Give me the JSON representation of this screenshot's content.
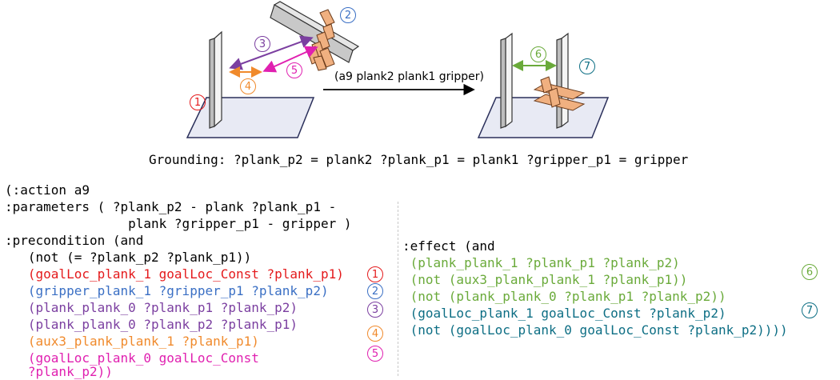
{
  "scene": {
    "action_label": "(a9 plank2 plank1 gripper)",
    "markers": [
      {
        "label": "1",
        "color": "#e41a1c"
      },
      {
        "label": "2",
        "color": "#3a6fc4"
      },
      {
        "label": "3",
        "color": "#7b3fa0"
      },
      {
        "label": "4",
        "color": "#f08a2c"
      },
      {
        "label": "5",
        "color": "#e020b0"
      },
      {
        "label": "6",
        "color": "#6aaa3a"
      },
      {
        "label": "7",
        "color": "#0d6e84"
      }
    ]
  },
  "grounding": "Grounding: ?plank_p2 = plank2 ?plank_p1 = plank1 ?gripper_p1 = gripper",
  "precondition_lines": [
    {
      "text": "(:action a9",
      "color": "#000000"
    },
    {
      "text": ":parameters ( ?plank_p2 - plank ?plank_p1 -",
      "color": "#000000"
    },
    {
      "text": "                plank ?gripper_p1 - gripper )",
      "color": "#000000"
    },
    {
      "text": ":precondition (and",
      "color": "#000000"
    },
    {
      "text": "   (not (= ?plank_p2 ?plank_p1))",
      "color": "#000000"
    },
    {
      "text": "   (goalLoc_plank_1 goalLoc_Const ?plank_p1)",
      "color": "#e41a1c"
    },
    {
      "text": "   (gripper_plank_1 ?gripper_p1 ?plank_p2)",
      "color": "#3a6fc4"
    },
    {
      "text": "   (plank_plank_0 ?plank_p1 ?plank_p2)",
      "color": "#7b3fa0"
    },
    {
      "text": "   (plank_plank_0 ?plank_p2 ?plank_p1)",
      "color": "#7b3fa0"
    },
    {
      "text": "   (aux3_plank_plank_1 ?plank_p1)",
      "color": "#f08a2c"
    },
    {
      "text": "   (goalLoc_plank_0 goalLoc_Const",
      "color": "#e020b0"
    },
    {
      "text": "   ?plank_p2))",
      "color": "#e020b0"
    }
  ],
  "effect_lines": [
    {
      "text": ":effect (and",
      "color": "#000000"
    },
    {
      "text": " (plank_plank_1 ?plank_p1 ?plank_p2)",
      "color": "#6aaa3a"
    },
    {
      "text": " (not (aux3_plank_plank_1 ?plank_p1))",
      "color": "#6aaa3a"
    },
    {
      "text": " (not (plank_plank_0 ?plank_p1 ?plank_p2))",
      "color": "#6aaa3a"
    },
    {
      "text": " (goalLoc_plank_1 goalLoc_Const ?plank_p2)",
      "color": "#0d6e84"
    },
    {
      "text": " (not (goalLoc_plank_0 goalLoc_Const ?plank_p2))))",
      "color": "#0d6e84"
    }
  ],
  "code_markers": [
    {
      "label": "1",
      "color": "#e41a1c"
    },
    {
      "label": "2",
      "color": "#3a6fc4"
    },
    {
      "label": "3",
      "color": "#7b3fa0"
    },
    {
      "label": "4",
      "color": "#f08a2c"
    },
    {
      "label": "5",
      "color": "#e020b0"
    },
    {
      "label": "6",
      "color": "#6aaa3a"
    },
    {
      "label": "7",
      "color": "#0d6e84"
    }
  ]
}
